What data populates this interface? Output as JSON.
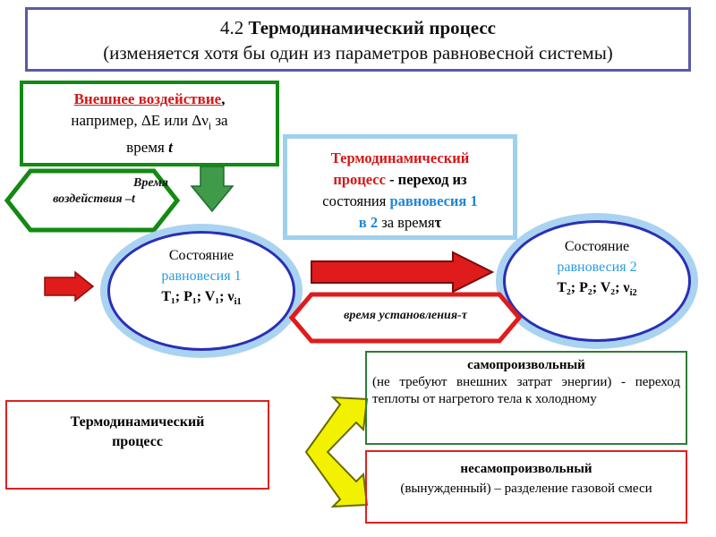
{
  "title": {
    "number": "4.2",
    "name": "Термодинамический процесс",
    "subtitle": "(изменяется хотя бы один из параметров равновесной системы)"
  },
  "external": {
    "heading": "Внешнее воздействие",
    "heading_punct": ",",
    "line2_a": "например, ",
    "delta_e": "ΔE",
    "or": " или ",
    "delta_nu": "Δν",
    "nu_sub": "i",
    "line2_b": " за",
    "line3_a": "время ",
    "t_symbol": "t"
  },
  "hex_impact": {
    "line1": "Время",
    "line2": "воздействия –t"
  },
  "process_def": {
    "line1": "Термодинамический",
    "line2_a": "процесс",
    "line2_b": " - переход из",
    "line3_a": "состояния ",
    "line3_b": "равновесия 1",
    "line4_a": "в 2",
    "line4_b": " за время",
    "tau": "τ"
  },
  "state1": {
    "line1": "Состояние",
    "line2": "равновесия 1",
    "params": "T₁; P₁; V₁; ν",
    "params_sub": "i1"
  },
  "state2": {
    "line1": "Состояние",
    "line2": "равновесия 2",
    "params": "T₂; P₂; V₂; ν",
    "params_sub": "i2"
  },
  "hex_settle": {
    "label": "время установления-τ"
  },
  "process_box": {
    "line1": "Термодинамический",
    "line2": "процесс"
  },
  "spontaneous": {
    "title": "самопроизвольный",
    "text": "(не требуют внешних  затрат энергии) - переход теплоты от нагретого тела к холодному"
  },
  "nonspontaneous": {
    "title": "несамопроизвольный",
    "text": "(вынужденный) – разделение газовой смеси"
  },
  "colors": {
    "red": "#e01b1b",
    "green": "#138a13",
    "blue": "#1f86d6",
    "ellipse_glow": "#a9d3f1",
    "yellow": "#f2f200"
  }
}
